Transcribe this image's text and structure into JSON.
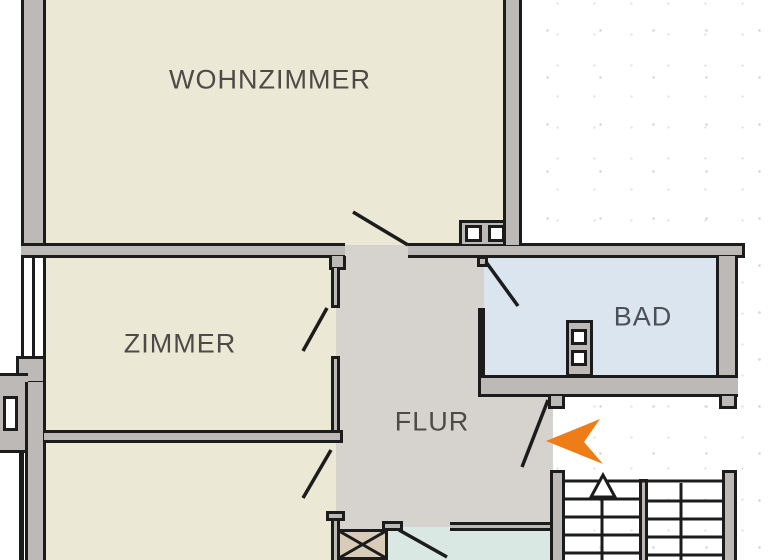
{
  "plan": {
    "type": "apartment-floor-plan",
    "rooms": [
      {
        "id": "living-room",
        "label": "WOHNZIMMER"
      },
      {
        "id": "room",
        "label": "ZIMMER"
      },
      {
        "id": "hallway",
        "label": "FLUR"
      },
      {
        "id": "bathroom",
        "label": "BAD"
      }
    ],
    "unlabeled_areas": [
      "room-partial-bottom-left",
      "utility-room-partial-bottom",
      "stairwell",
      "shaft-with-x-cross",
      "outside-area"
    ],
    "markers": {
      "entrance_arrow": "orange-left-pointing-arrow",
      "stair_direction": "up-triangle-arrow",
      "shaft": "x-cross",
      "doors": [
        "living-room-door",
        "room-door",
        "bottom-room-door",
        "bathroom-door",
        "entrance-door",
        "utility-door"
      ],
      "window": "left-wall-double-line-window"
    },
    "colors": {
      "room_fill": "#ece8d6",
      "hallway_fill": "#d6d2ce",
      "bathroom_fill": "#dae5f0",
      "utility_fill": "#d9e8e2",
      "shaft_fill": "#d8cbb8",
      "wall_fill": "#bcb9b6",
      "outline": "#1c1c1c",
      "entrance_arrow": "#ef7d17",
      "label_text": "#4d4a47"
    }
  }
}
